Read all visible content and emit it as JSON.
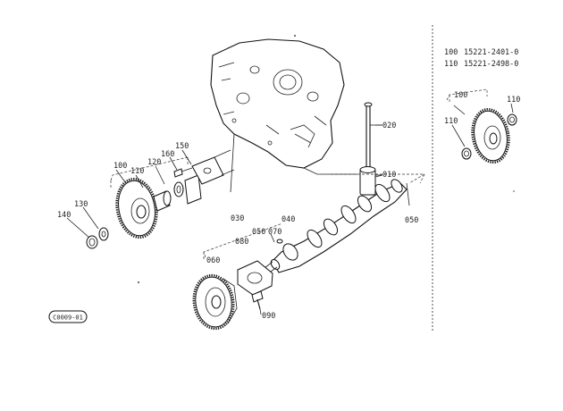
{
  "legend": [
    {
      "ref": "100",
      "part_number": "15221-2401-0"
    },
    {
      "ref": "110",
      "part_number": "15221-2498-0"
    }
  ],
  "callouts": {
    "c010": "010",
    "c020": "020",
    "c030": "030",
    "c040": "040",
    "c050a": "050",
    "c050b": "050",
    "c060": "060",
    "c070": "070",
    "c080": "080",
    "c090": "090",
    "c100": "100",
    "c110": "110",
    "c120": "120",
    "c130": "130",
    "c140": "140",
    "c150": "150",
    "c160": "160",
    "inset100": "100",
    "inset110a": "110",
    "inset110b": "110"
  },
  "drawing_code": "C0009-01"
}
